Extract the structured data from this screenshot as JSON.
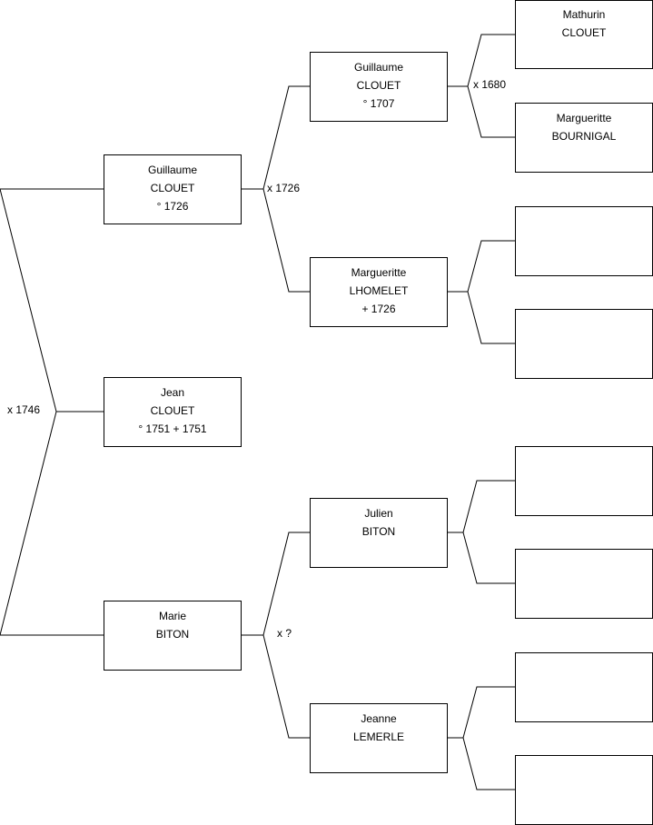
{
  "persons": {
    "p_guillaume_1726": {
      "first": "Guillaume",
      "last": "CLOUET",
      "dates": "° 1726"
    },
    "p_jean": {
      "first": "Jean",
      "last": "CLOUET",
      "dates": "° 1751 + 1751"
    },
    "p_marie": {
      "first": "Marie",
      "last": "BITON",
      "dates": ""
    },
    "p_guillaume_1707": {
      "first": "Guillaume",
      "last": "CLOUET",
      "dates": "° 1707"
    },
    "p_margueritte_lhomelet": {
      "first": "Margueritte",
      "last": "LHOMELET",
      "dates": "+ 1726"
    },
    "p_julien": {
      "first": "Julien",
      "last": "BITON",
      "dates": ""
    },
    "p_jeanne": {
      "first": "Jeanne",
      "last": "LEMERLE",
      "dates": ""
    },
    "p_mathurin": {
      "first": "Mathurin",
      "last": "CLOUET",
      "dates": ""
    },
    "p_margueritte_bournigal": {
      "first": "Margueritte",
      "last": "BOURNIGAL",
      "dates": ""
    },
    "p_empty_1": {
      "first": "",
      "last": "",
      "dates": ""
    },
    "p_empty_2": {
      "first": "",
      "last": "",
      "dates": ""
    },
    "p_empty_3": {
      "first": "",
      "last": "",
      "dates": ""
    },
    "p_empty_4": {
      "first": "",
      "last": "",
      "dates": ""
    },
    "p_empty_5": {
      "first": "",
      "last": "",
      "dates": ""
    },
    "p_empty_6": {
      "first": "",
      "last": "",
      "dates": ""
    },
    "p_empty_7": {
      "first": "",
      "last": "",
      "dates": ""
    },
    "p_empty_8": {
      "first": "",
      "last": "",
      "dates": ""
    }
  },
  "marriages": {
    "m_root": "x 1746",
    "m_clouet_1726": "x 1726",
    "m_biton": "x ?",
    "m_clouet_1680": "x 1680"
  },
  "line_color": "#000000"
}
